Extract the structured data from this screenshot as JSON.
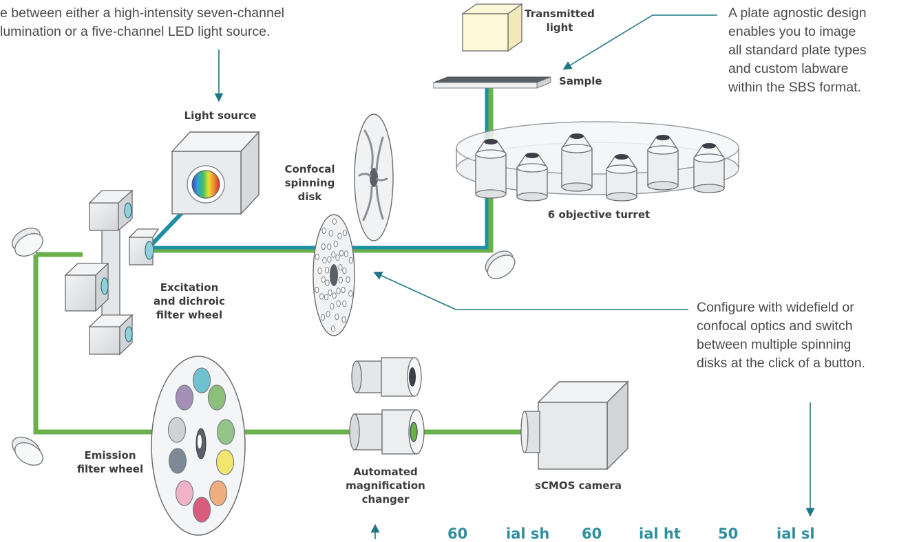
{
  "labels": {
    "transmitted_light": [
      "Transmitted",
      "light"
    ],
    "sample": "Sample",
    "light_source": "Light source",
    "confocal_disk": [
      "Confocal",
      "spinning",
      "disk"
    ],
    "objective_turret": "6 objective turret",
    "excitation_wheel": [
      "Excitation",
      "and dichroic",
      "filter wheel"
    ],
    "emission_wheel": [
      "Emission",
      "filter wheel"
    ],
    "magnification_changer": [
      "Automated",
      "magnification",
      "changer"
    ],
    "camera": "sCMOS camera"
  },
  "notes": {
    "illumination": [
      "e between either a high-intensity seven-channel",
      "lumination or a five-channel LED light source."
    ],
    "plate": [
      "A plate agnostic design",
      "enables you to image",
      "all standard plate types",
      "and custom labware",
      "within the SBS format."
    ],
    "optics": [
      "Configure with widefield or",
      "confocal optics and switch",
      "between multiple spinning",
      "disks at the click of a button."
    ]
  },
  "bottom_cut": [
    "60",
    "ial sh",
    "60",
    "ial ht",
    "50",
    "ial sl"
  ],
  "colors": {
    "green_beam": "#6ab04c",
    "teal_beam": "#1f8fa3",
    "callout": "#1f7684",
    "filters": [
      "#6fc3d0",
      "#a48fb8",
      "#8cc07a",
      "#cfd3d6",
      "#95c48a",
      "#7d8a96",
      "#f3e66e",
      "#efb2c6",
      "#f0ad80",
      "#d95c7c"
    ]
  }
}
